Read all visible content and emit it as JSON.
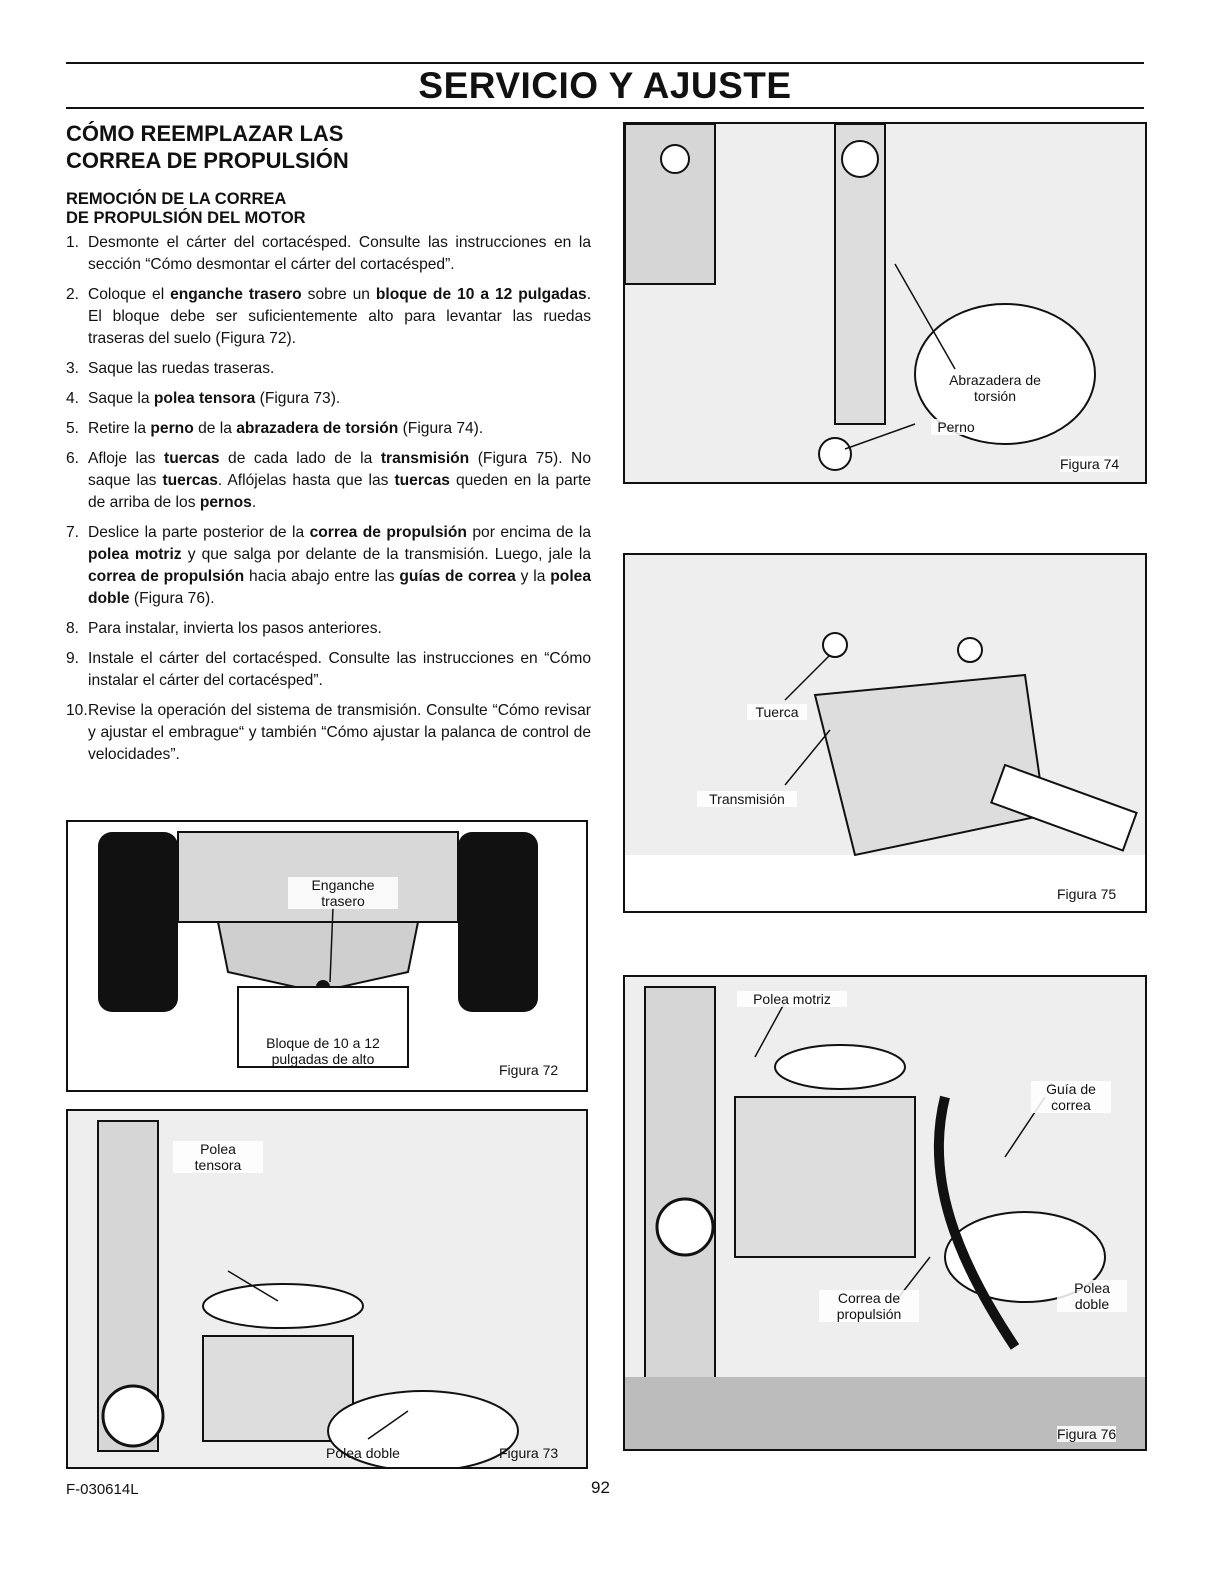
{
  "header": {
    "title": "SERVICIO Y AJUSTE"
  },
  "section": {
    "title_line1": "CÓMO REEMPLAZAR LAS",
    "title_line2": "CORREA DE PROPULSIÓN",
    "subtitle_line1": "REMOCIÓN DE LA CORREA",
    "subtitle_line2": "DE PROPULSIÓN DEL MOTOR"
  },
  "steps": [
    {
      "num": "1.",
      "parts": [
        {
          "t": "Desmonte el cárter del cortacésped. Consulte las instrucciones en la sección “Cómo desmontar el cárter del cortacésped”."
        }
      ]
    },
    {
      "num": "2.",
      "parts": [
        {
          "t": "Coloque el "
        },
        {
          "t": "enganche trasero",
          "b": true
        },
        {
          "t": " sobre un "
        },
        {
          "t": "bloque de 10 a 12 pulgadas",
          "b": true
        },
        {
          "t": ". El bloque debe ser suficientemente alto para levantar las ruedas traseras del suelo (Figura 72)."
        }
      ]
    },
    {
      "num": "3.",
      "parts": [
        {
          "t": "Saque las ruedas traseras."
        }
      ]
    },
    {
      "num": "4.",
      "parts": [
        {
          "t": "Saque la "
        },
        {
          "t": "polea tensora",
          "b": true
        },
        {
          "t": " (Figura 73)."
        }
      ]
    },
    {
      "num": "5.",
      "parts": [
        {
          "t": "Retire la "
        },
        {
          "t": "perno",
          "b": true
        },
        {
          "t": " de la "
        },
        {
          "t": "abrazadera de torsión",
          "b": true
        },
        {
          "t": " (Figura 74)."
        }
      ]
    },
    {
      "num": "6.",
      "parts": [
        {
          "t": "Afloje las "
        },
        {
          "t": "tuercas",
          "b": true
        },
        {
          "t": " de cada lado de la "
        },
        {
          "t": "transmisión",
          "b": true
        },
        {
          "t": " (Figura 75). No saque las "
        },
        {
          "t": "tuercas",
          "b": true
        },
        {
          "t": ". Aflójelas hasta que las "
        },
        {
          "t": "tuercas",
          "b": true
        },
        {
          "t": " queden en la parte de arriba de los "
        },
        {
          "t": "pernos",
          "b": true
        },
        {
          "t": "."
        }
      ]
    },
    {
      "num": "7.",
      "parts": [
        {
          "t": "Deslice la parte posterior de la "
        },
        {
          "t": "correa de propulsión",
          "b": true
        },
        {
          "t": " por encima de la "
        },
        {
          "t": "polea motriz",
          "b": true
        },
        {
          "t": " y que salga por delante de la transmisión. Luego, jale la "
        },
        {
          "t": "correa de propulsión",
          "b": true
        },
        {
          "t": " hacia abajo entre las "
        },
        {
          "t": "guías de correa",
          "b": true
        },
        {
          "t": " y la "
        },
        {
          "t": "polea doble",
          "b": true
        },
        {
          "t": " (Figura 76)."
        }
      ]
    },
    {
      "num": "8.",
      "parts": [
        {
          "t": "Para instalar, invierta los pasos anteriores."
        }
      ]
    },
    {
      "num": "9.",
      "parts": [
        {
          "t": "Instale el cárter del cortacésped. Consulte las instrucciones en “Cómo instalar el cárter del cortacésped”."
        }
      ]
    },
    {
      "num": "10.",
      "parts": [
        {
          "t": "Revise la operación del sistema de transmisión. Consulte “Cómo revisar y ajustar el embrague“ y también “Cómo ajustar la palanca de control de velocidades”."
        }
      ]
    }
  ],
  "figures": {
    "fig72": {
      "caption": "Figura 72",
      "label_hitch_1": "Enganche",
      "label_hitch_2": "trasero",
      "label_block_1": "Bloque de 10 a 12",
      "label_block_2": "pulgadas de alto"
    },
    "fig73": {
      "caption": "Figura 73",
      "label_idler_1": "Polea",
      "label_idler_2": "tensora",
      "label_double": "Polea doble"
    },
    "fig74": {
      "caption": "Figura 74",
      "label_clamp_1": "Abrazadera de",
      "label_clamp_2": "torsión",
      "label_bolt": "Perno"
    },
    "fig75": {
      "caption": "Figura 75",
      "label_nut": "Tuerca",
      "label_trans": "Transmisión"
    },
    "fig76": {
      "caption": "Figura 76",
      "label_drive": "Polea motriz",
      "label_guide_1": "Guía de",
      "label_guide_2": "correa",
      "label_belt_1": "Correa de",
      "label_belt_2": "propulsión",
      "label_double_1": "Polea",
      "label_double_2": "doble"
    }
  },
  "footer": {
    "code": "F-030614L",
    "page": "92"
  }
}
